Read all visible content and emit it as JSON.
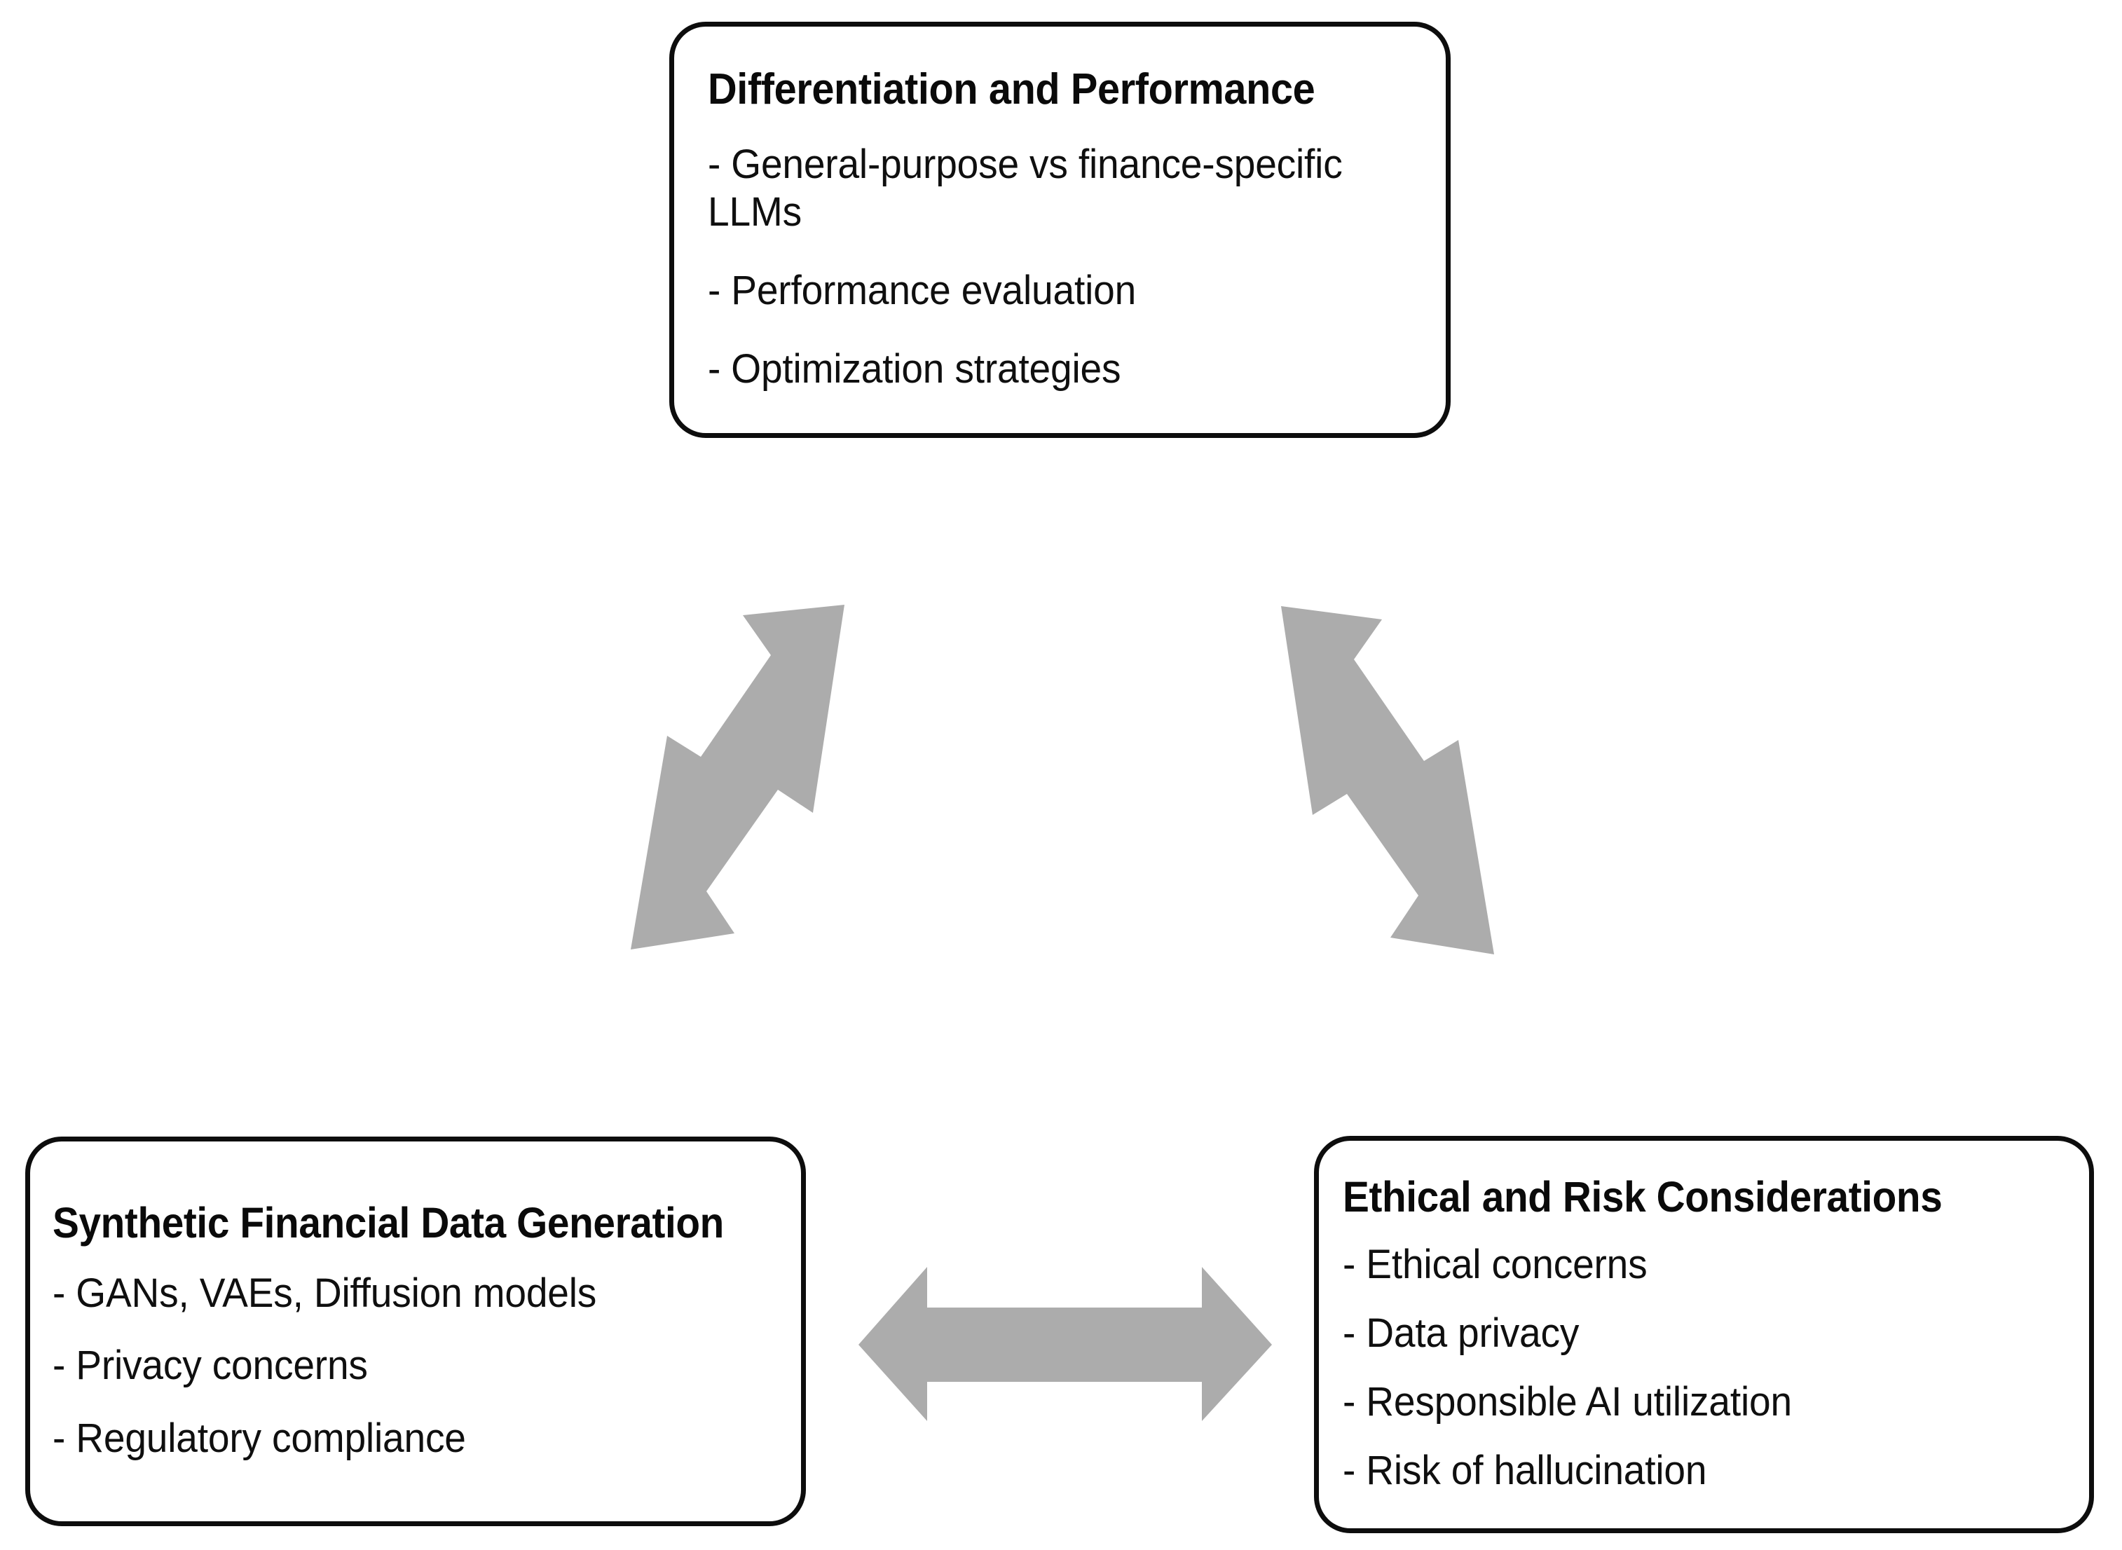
{
  "diagram": {
    "type": "triangular-relationship-diagram",
    "background_color": "#ffffff",
    "box_border_color": "#0d0d0d",
    "arrow_color": "#ACACAC",
    "boxes": [
      {
        "id": "differentiation-and-performance",
        "position": "top",
        "title": "Differentiation and Performance",
        "items": [
          "- General-purpose vs finance-specific LLMs",
          "- Performance evaluation",
          "- Optimization strategies"
        ]
      },
      {
        "id": "synthetic-financial-data-generation",
        "position": "bottom-left",
        "title": "Synthetic Financial Data Generation",
        "items": [
          "- GANs, VAEs, Diffusion models",
          "- Privacy concerns",
          "- Regulatory compliance"
        ]
      },
      {
        "id": "ethical-and-risk-considerations",
        "position": "bottom-right",
        "title": "Ethical and Risk Considerations",
        "items": [
          "- Ethical concerns",
          "- Data privacy",
          "- Responsible AI utilization",
          "- Risk of hallucination"
        ]
      }
    ],
    "connectors": [
      {
        "id": "left-diagonal-connector",
        "style": "double-headed-arrow",
        "orientation": "diagonal-up-right",
        "from": "synthetic-financial-data-generation",
        "to": "differentiation-and-performance"
      },
      {
        "id": "right-diagonal-connector",
        "style": "double-headed-arrow",
        "orientation": "diagonal-up-left",
        "from": "ethical-and-risk-considerations",
        "to": "differentiation-and-performance"
      },
      {
        "id": "bottom-horizontal-connector",
        "style": "double-headed-arrow",
        "orientation": "horizontal",
        "from": "synthetic-financial-data-generation",
        "to": "ethical-and-risk-considerations"
      }
    ]
  }
}
